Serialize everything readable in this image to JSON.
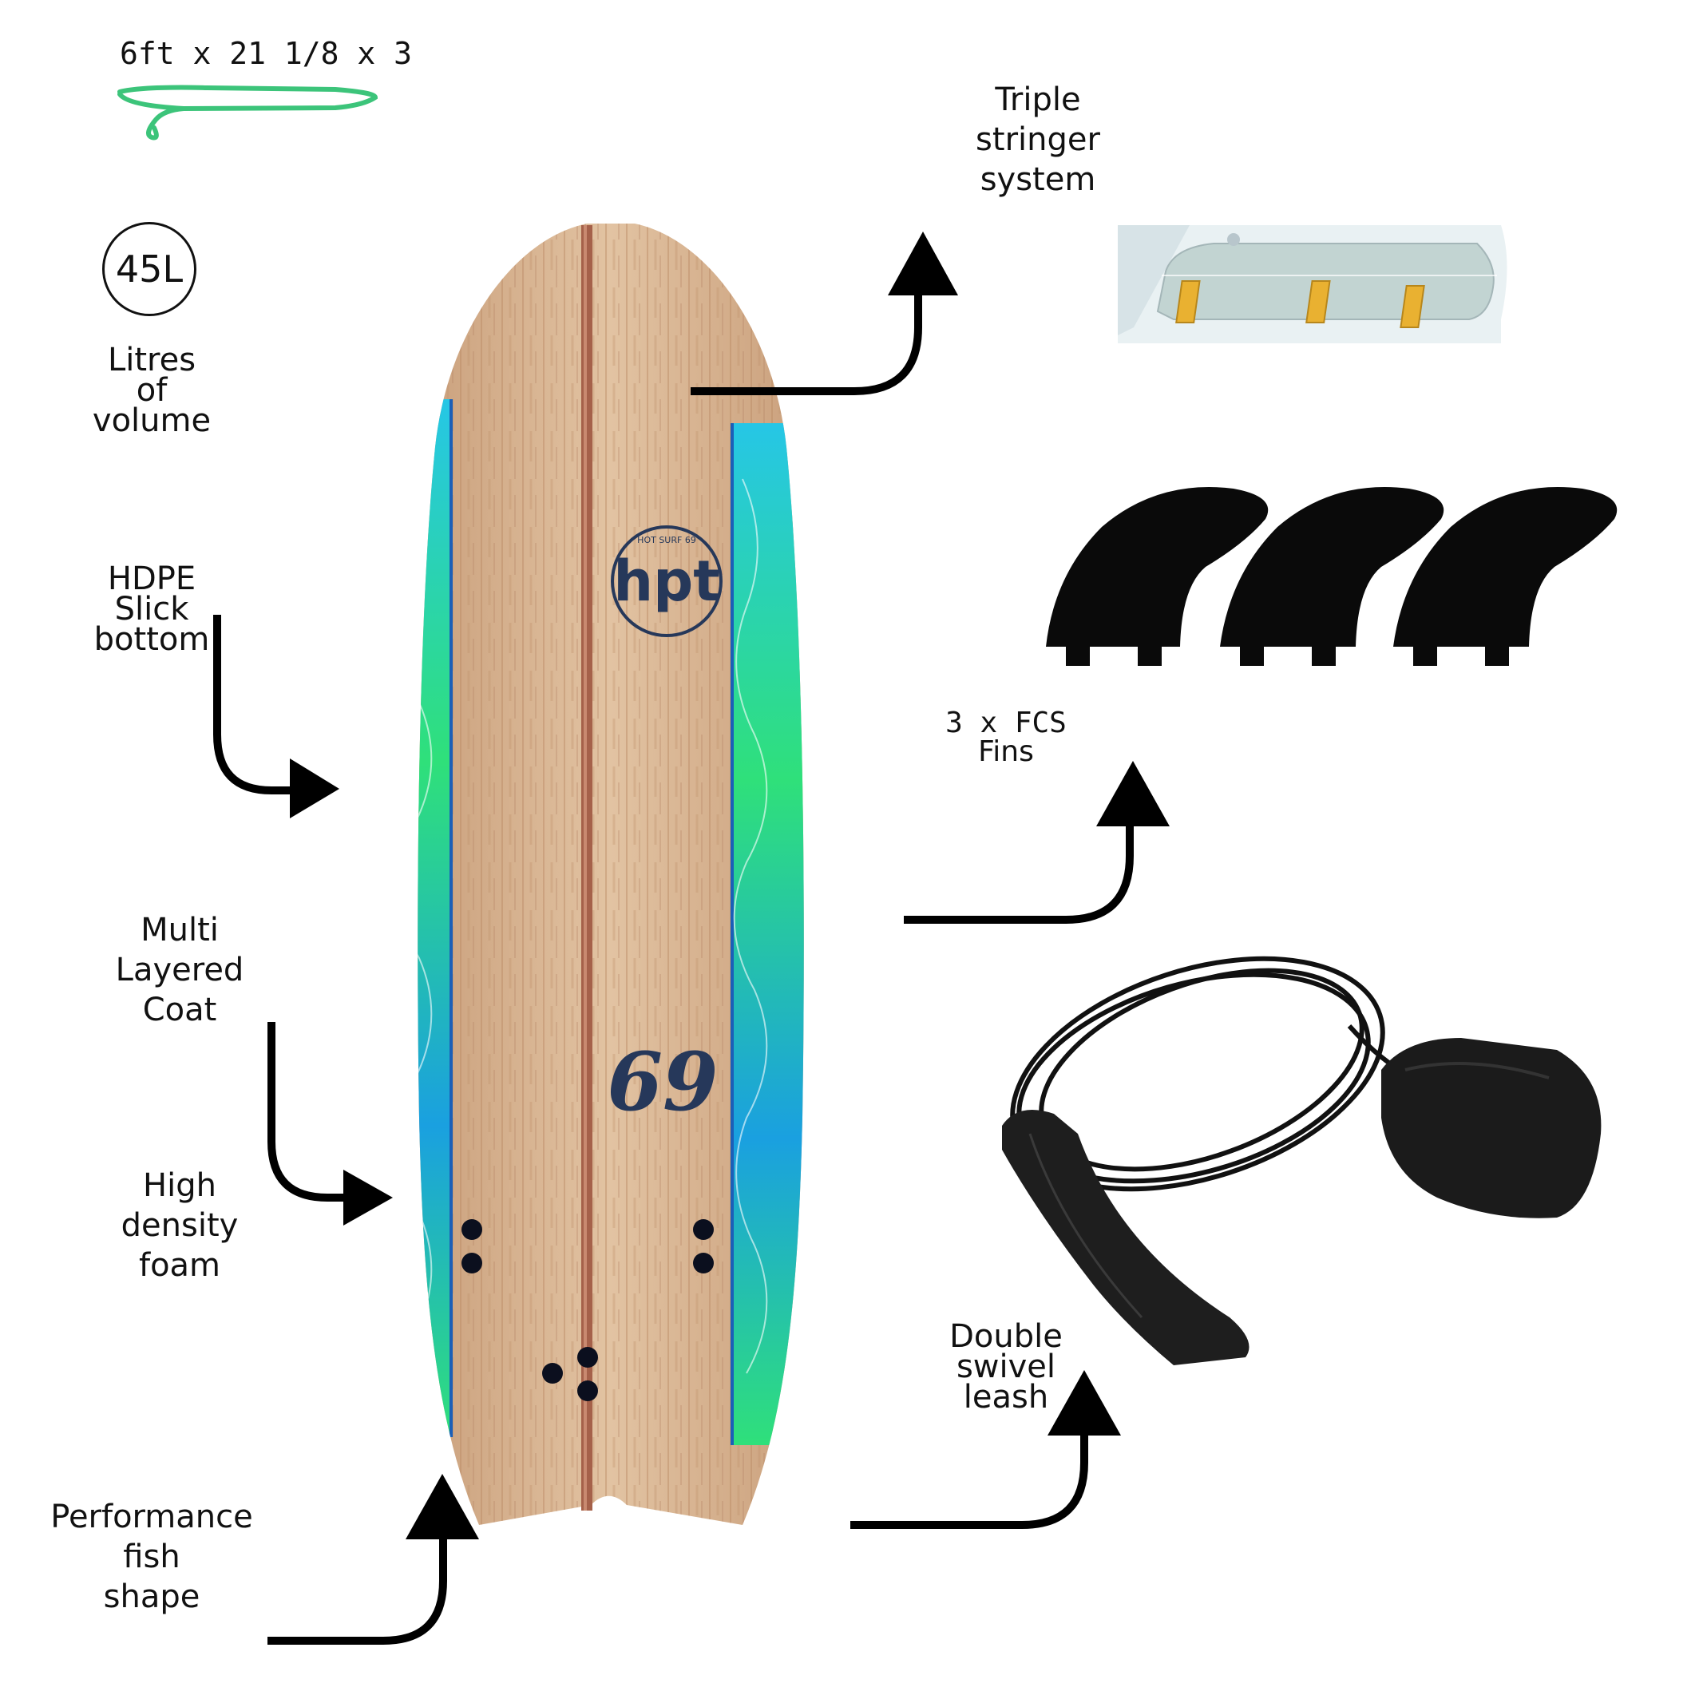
{
  "dimensions": "6ft x 21 1/8 x 3",
  "volume": {
    "value": "45L",
    "caption": [
      "Litres",
      "of",
      "volume"
    ]
  },
  "features": {
    "hdpe": [
      "HDPE",
      "Slick",
      "bottom"
    ],
    "multi_coat": [
      "Multi",
      "Layered",
      "Coat"
    ],
    "foam": [
      "High",
      "density",
      "foam"
    ],
    "fish_shape": [
      "Performance",
      "fish",
      "shape"
    ],
    "stringer": [
      "Triple",
      "stringer",
      "system"
    ],
    "fins": [
      "3 x FCS",
      "Fins"
    ],
    "leash": [
      "Double",
      "swivel",
      "leash"
    ]
  },
  "board_logo": {
    "small_text": "HOT SURF 69",
    "mark": "hpt",
    "number": "69"
  },
  "colors": {
    "accent_green": "#3cc47a",
    "rail_green": "#2fe07a",
    "rail_blue": "#1aa0e0",
    "wood": "#d9b48f",
    "stringer": "#a5614a",
    "logo_navy": "#26385a"
  }
}
